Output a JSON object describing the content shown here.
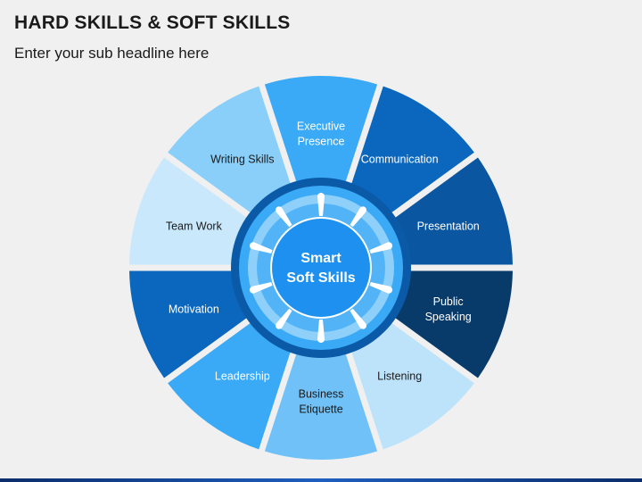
{
  "header": {
    "title": "HARD SKILLS & SOFT SKILLS",
    "subtitle": "Enter your sub headline here"
  },
  "hub": {
    "label_lines": [
      "Smart",
      "Soft Skills"
    ]
  },
  "segments": [
    {
      "id": "executive-presence",
      "lines": [
        "Executive",
        "Presence"
      ],
      "fill": "#3aa9f6",
      "text_color": "#ffffff"
    },
    {
      "id": "communication",
      "lines": [
        "Communication"
      ],
      "fill": "#0b67bd",
      "text_color": "#ffffff"
    },
    {
      "id": "presentation",
      "lines": [
        "Presentation"
      ],
      "fill": "#0a56a0",
      "text_color": "#ffffff"
    },
    {
      "id": "public-speaking",
      "lines": [
        "Public",
        "Speaking"
      ],
      "fill": "#083a6a",
      "text_color": "#ffffff"
    },
    {
      "id": "listening",
      "lines": [
        "Listening"
      ],
      "fill": "#bde3fb",
      "text_color": "#1a1a1a"
    },
    {
      "id": "business-etiquette",
      "lines": [
        "Business",
        "Etiquette"
      ],
      "fill": "#6fc1f8",
      "text_color": "#1a1a1a"
    },
    {
      "id": "leadership",
      "lines": [
        "Leadership"
      ],
      "fill": "#3aa9f6",
      "text_color": "#ffffff"
    },
    {
      "id": "motivation",
      "lines": [
        "Motivation"
      ],
      "fill": "#0b67bd",
      "text_color": "#ffffff"
    },
    {
      "id": "team-work",
      "lines": [
        "Team Work"
      ],
      "fill": "#c9e8fc",
      "text_color": "#1a1a1a"
    },
    {
      "id": "writing-skills",
      "lines": [
        "Writing Skills"
      ],
      "fill": "#8acff9",
      "text_color": "#1a1a1a"
    }
  ],
  "colors": {
    "background": "#f0f0f0",
    "hub_fill": "#1e90ef",
    "hub_ring": "#3aa9f6",
    "hub_text": "#ffffff",
    "spoke_fill": "#ffffff"
  }
}
